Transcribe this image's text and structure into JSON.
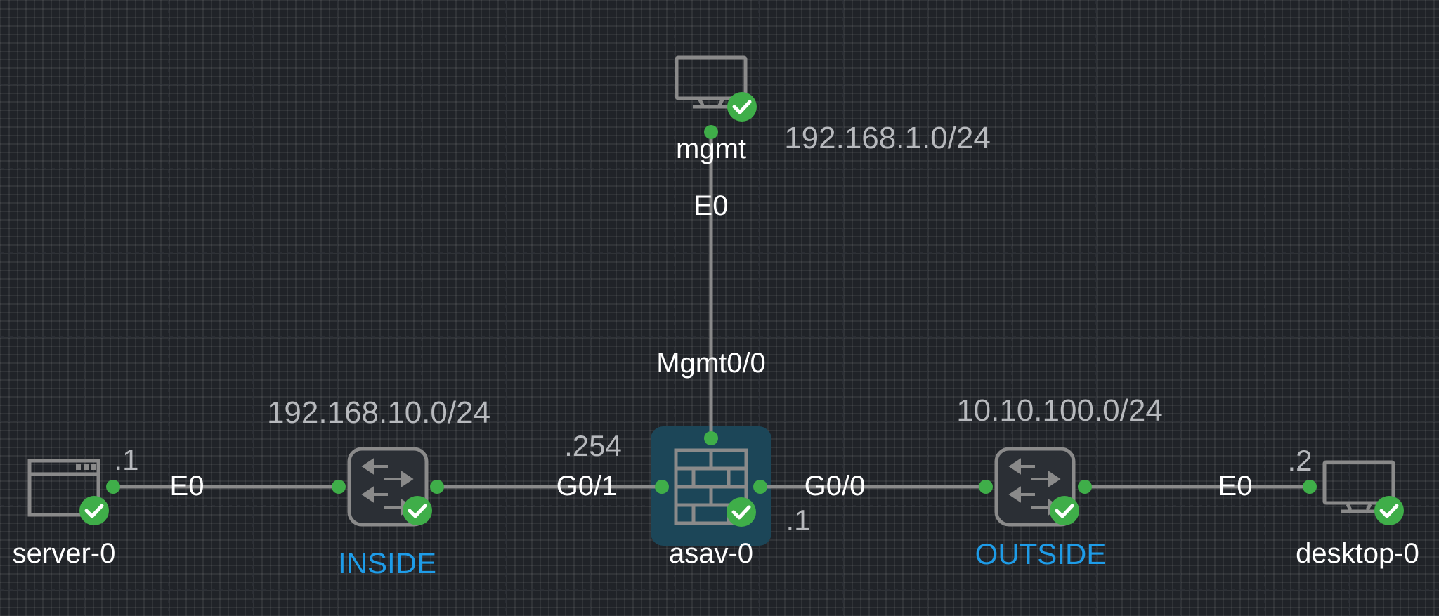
{
  "colors": {
    "background": "#202328",
    "link": "#8a8a8a",
    "port_dot": "#3fae49",
    "status_ok": "#3fae49",
    "network_label": "#1e9ce8",
    "label": "#ffffff",
    "subnet_label": "#b7b9bd",
    "selection": "#1c4658"
  },
  "nodes": {
    "mgmt": {
      "label": "mgmt",
      "icon": "desktop-icon",
      "status": "ok"
    },
    "server": {
      "label": "server-0",
      "icon": "server-icon",
      "status": "ok"
    },
    "inside": {
      "label": "INSIDE",
      "icon": "switch-icon",
      "status": "ok"
    },
    "asav": {
      "label": "asav-0",
      "icon": "firewall-icon",
      "status": "ok",
      "selected": true
    },
    "outside": {
      "label": "OUTSIDE",
      "icon": "switch-icon",
      "status": "ok"
    },
    "desktop": {
      "label": "desktop-0",
      "icon": "desktop-icon",
      "status": "ok"
    }
  },
  "subnets": {
    "mgmt": "192.168.1.0/24",
    "inside": "192.168.10.0/24",
    "outside": "10.10.100.0/24"
  },
  "interfaces": {
    "mgmt_e0": "E0",
    "asav_mgmt": "Mgmt0/0",
    "server_e0": "E0",
    "asav_g01": "G0/1",
    "asav_g00": "G0/0",
    "desktop_e0": "E0"
  },
  "addresses": {
    "server": ".1",
    "asav_inside": ".254",
    "asav_outside": ".1",
    "desktop": ".2"
  }
}
